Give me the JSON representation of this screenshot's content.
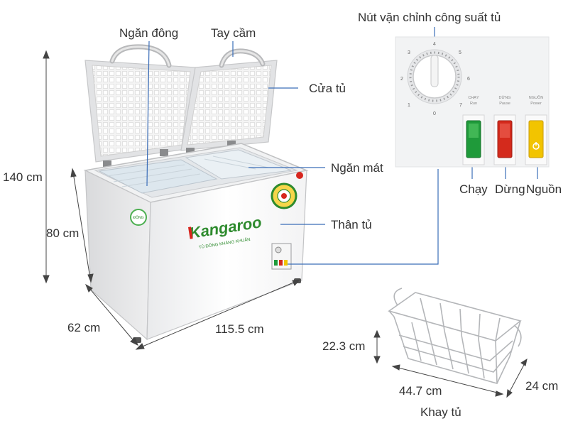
{
  "labels": {
    "ngan_dong": "Ngăn đông",
    "tay_cam": "Tay cầm",
    "cua_tu": "Cửa tủ",
    "ngan_mat": "Ngăn mát",
    "than_tu": "Thân tủ",
    "nut_van": "Nút vặn chỉnh công suất tủ",
    "chay": "Chạy",
    "dung": "Dừng",
    "nguon": "Nguồn",
    "khay_tu": "Khay tủ"
  },
  "dimensions": {
    "height_total": "140 cm",
    "height_body": "80 cm",
    "depth": "62 cm",
    "width": "115.5 cm",
    "tray_height": "22.3 cm",
    "tray_width": "44.7 cm",
    "tray_depth": "24 cm"
  },
  "brand": {
    "logo_text": "Kangaroo",
    "slogan": "TỦ ĐÔNG KHÁNG KHUẨN",
    "badge_left": "ĐÔNG"
  },
  "control_panel": {
    "dial_numbers": [
      "0",
      "1",
      "2",
      "3",
      "4",
      "5",
      "6",
      "7"
    ],
    "switch_labels": [
      {
        "vi": "CHẠY",
        "en": "Run"
      },
      {
        "vi": "DỪNG",
        "en": "Pause"
      },
      {
        "vi": "NGUỒN",
        "en": "Power"
      }
    ]
  },
  "colors": {
    "switch_run": "#1f9a3a",
    "switch_stop": "#d42a1c",
    "switch_power": "#f2c400",
    "brand_red": "#d7261e",
    "brand_green": "#2e8b2e",
    "line": "#3a6db8"
  }
}
